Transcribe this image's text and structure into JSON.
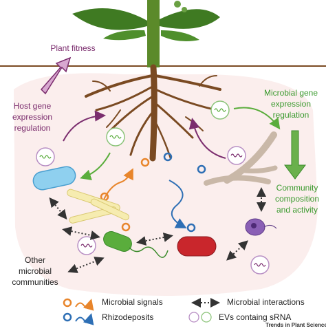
{
  "labels": {
    "plant_fitness": "Plant fitness",
    "host_gene_1": "Host gene",
    "host_gene_2": "expression",
    "host_gene_3": "regulation",
    "microbial_gene_1": "Microbial gene",
    "microbial_gene_2": "expression",
    "microbial_gene_3": "regulation",
    "community_1": "Community",
    "community_2": "composition",
    "community_3": "and activity",
    "other_1": "Other",
    "other_2": "microbial",
    "other_3": "communities"
  },
  "legend": {
    "microbial_signals": "Microbial signals",
    "rhizodeposits": "Rhizodeposits",
    "microbial_interactions": "Microbial interactions",
    "evs": "EVs containg sRNA"
  },
  "credit": "Trends in Plant Science",
  "colors": {
    "purple": "#7b2d6e",
    "green": "#5aad3c",
    "orange": "#e8852b",
    "blue": "#2e6fb5",
    "root": "#7a4a22",
    "soil": "#fbeeed"
  }
}
